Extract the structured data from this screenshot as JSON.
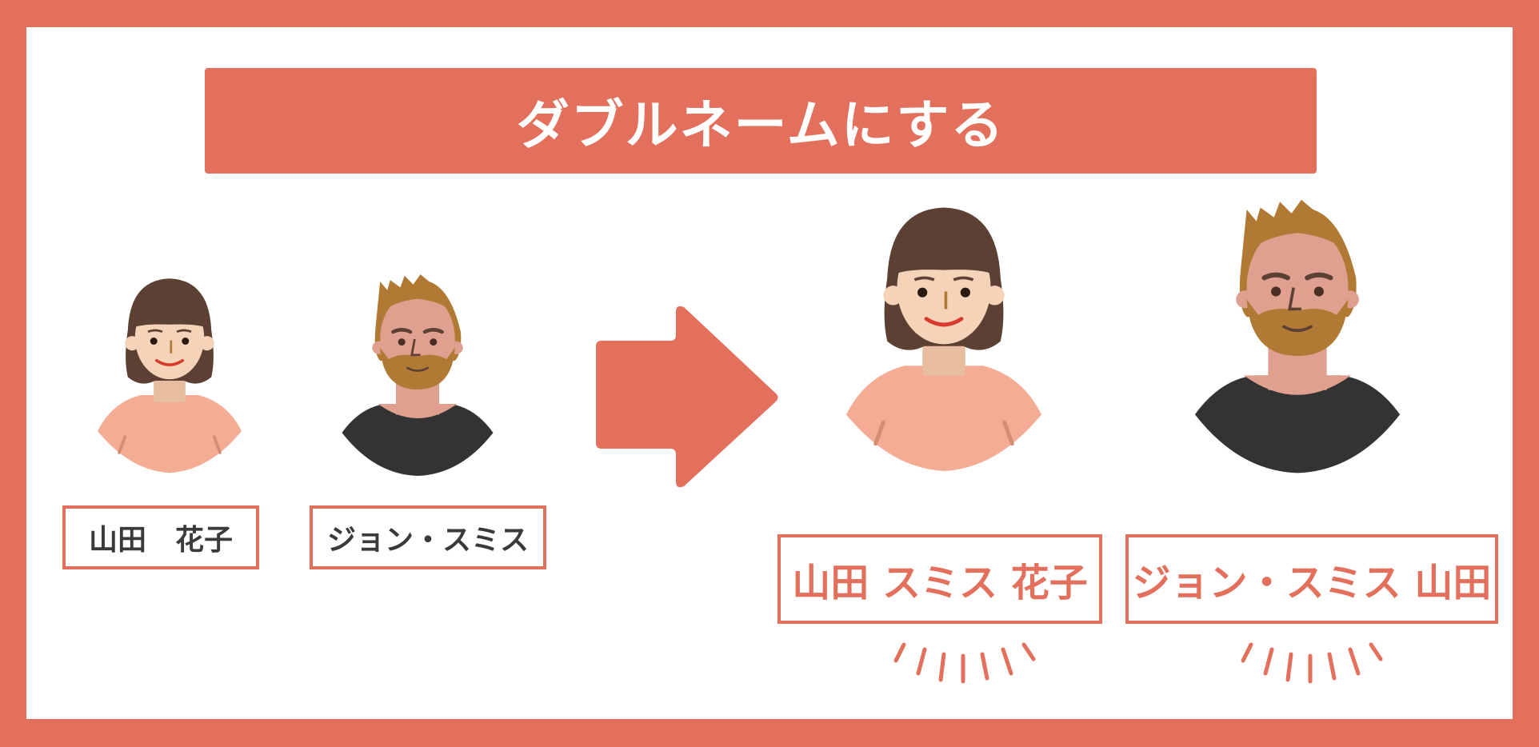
{
  "title": "ダブルネームにする",
  "before": {
    "woman_name": "山田　花子",
    "man_name": "ジョン・スミス"
  },
  "after": {
    "woman_name": "山田 スミス 花子",
    "man_name": "ジョン・スミス 山田"
  },
  "colors": {
    "accent": "#e3705c",
    "hair_woman": "#5c4033",
    "hair_man": "#b07a34",
    "skin_woman": "#f4d3b8",
    "skin_man": "#e0a090",
    "shirt_woman": "#f4ad94",
    "shirt_man": "#333333",
    "text_dark": "#3a3a3a"
  },
  "icons": [
    "arrow-right-icon",
    "sparkle-lines-icon"
  ]
}
